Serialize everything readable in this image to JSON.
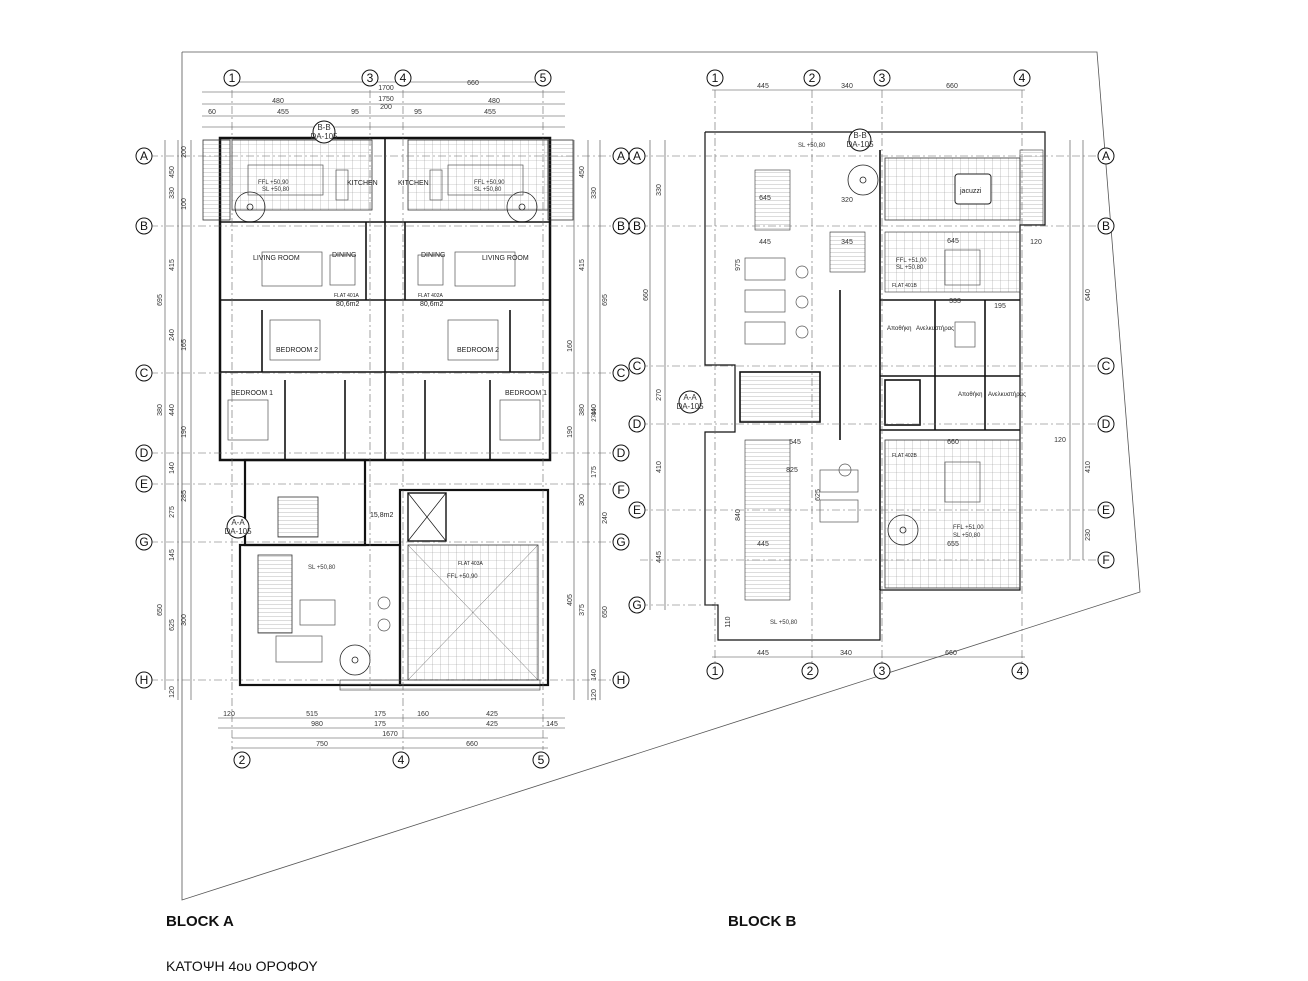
{
  "captions": {
    "block_a": "BLOCK A",
    "block_b": "BLOCK B",
    "floor_title": "ΚΑΤΟΨΗ 4ου ΟΡΟΦΟΥ"
  },
  "block_a": {
    "grid_cols_top": [
      "1",
      "3",
      "4",
      "5"
    ],
    "grid_cols_bottom": [
      "2",
      "4",
      "5"
    ],
    "grid_rows": [
      "A",
      "B",
      "C",
      "D",
      "E",
      "G",
      "H"
    ],
    "grid_rows_right": [
      "A",
      "B",
      "C",
      "D",
      "F",
      "G",
      "H"
    ],
    "rooms": {
      "kitchen_left": "KITCHEN",
      "kitchen_right": "KITCHEN",
      "living_left": "LIVING ROOM",
      "living_right": "LIVING ROOM",
      "dining_left": "DINING",
      "dining_right": "DINING",
      "bedroom2_left": "BEDROOM 2",
      "bedroom2_right": "BEDROOM 2",
      "bedroom1_left": "BEDROOM 1",
      "bedroom1_right": "BEDROOM 1",
      "flat_left": "FLAT 401A",
      "flat_right": "FLAT 402A",
      "area_left": "80,6m2",
      "area_right": "80,6m2",
      "area_stair": "15,8m2",
      "flat_lower": "FLAT 403A"
    },
    "levels": {
      "ffl_1": "FFL +50,90",
      "sl_1": "SL +50,80",
      "ffl_2": "FFL +50,90",
      "sl_2": "SL +50,80",
      "sl_3": "SL +50,80",
      "ffl_3": "FFL +50,90"
    },
    "section_tags": {
      "bb": "B-B",
      "bb_ref": "DA-105",
      "aa": "A-A",
      "aa_ref": "DA-105"
    },
    "dims_top": [
      "60",
      "1700",
      "1750",
      "480",
      "200",
      "480",
      "455",
      "95",
      "95",
      "455",
      "660"
    ],
    "dims_bottom": [
      "515",
      "175",
      "160",
      "425",
      "980",
      "175",
      "425",
      "750",
      "660",
      "1670",
      "120",
      "145"
    ],
    "dims_left": [
      "200",
      "450",
      "330",
      "100",
      "415",
      "695",
      "240",
      "165",
      "380",
      "440",
      "190",
      "140",
      "275",
      "285",
      "145",
      "650",
      "625",
      "300",
      "120"
    ],
    "dims_right": [
      "450",
      "330",
      "415",
      "695",
      "160",
      "380",
      "440",
      "190",
      "175",
      "300",
      "240",
      "405",
      "375",
      "650",
      "140",
      "120",
      "2730"
    ]
  },
  "block_b": {
    "grid_cols_top": [
      "1",
      "2",
      "3",
      "4"
    ],
    "grid_cols_bottom": [
      "1",
      "2",
      "3",
      "4"
    ],
    "grid_rows": [
      "A",
      "B",
      "C",
      "D",
      "E",
      "G"
    ],
    "grid_rows_right": [
      "A",
      "B",
      "C",
      "D",
      "E",
      "F"
    ],
    "rooms": {
      "jacuzzi": "jacuzzi",
      "storage_1": "Αποθήκη",
      "lift_1": "Ανελκυστήρας",
      "storage_2": "Αποθήκη",
      "lift_2": "Ανελκυστήρας",
      "flat_upper": "FLAT 401B",
      "flat_lower": "FLAT 402B"
    },
    "levels": {
      "sl_top": "SL +50,80",
      "ffl_upper": "FFL +51,00",
      "sl_upper": "SL +50,80",
      "ffl_lower": "FFL +51,00",
      "sl_lower": "SL +50,80",
      "sl_bottom": "SL +50,80"
    },
    "section_tags": {
      "bb": "B-B",
      "bb_ref": "DA-105",
      "aa": "A-A",
      "aa_ref": "DA-105"
    },
    "dims_top": [
      "445",
      "340",
      "660"
    ],
    "dims_bottom": [
      "445",
      "340",
      "660"
    ],
    "dims_left": [
      "330",
      "660",
      "975",
      "270",
      "410",
      "840",
      "445",
      "110"
    ],
    "dims_right": [
      "120",
      "640",
      "410",
      "230",
      "120"
    ],
    "inner_dims": [
      "645",
      "345",
      "445",
      "545",
      "825",
      "625",
      "445",
      "320",
      "645",
      "333",
      "195",
      "660",
      "655"
    ]
  }
}
